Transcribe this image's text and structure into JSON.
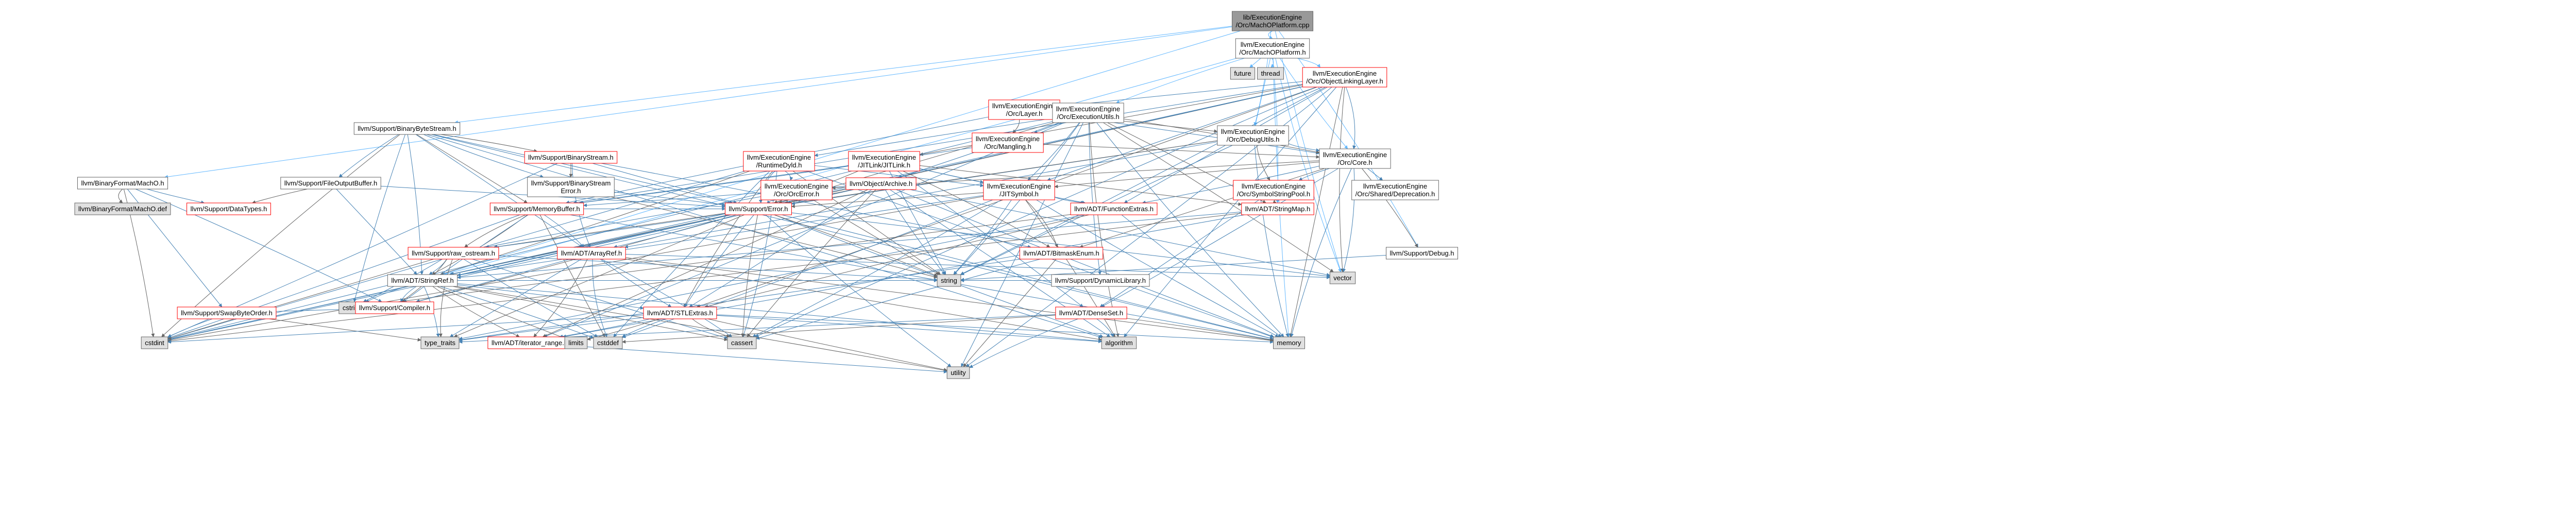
{
  "colors": {
    "normal_border": "#666666",
    "red_border": "#ff0000",
    "fill_white": "#ffffff",
    "fill_gray": "#e0e0e0",
    "fill_root": "#999999",
    "edge_blue": "#63b8ff",
    "edge_main": "#4682b4",
    "edge_gray": "#666666"
  },
  "nodes": [
    {
      "id": "root",
      "lines": [
        "lib/ExecutionEngine",
        "/Orc/MachOPlatform.cpp"
      ],
      "style": "root"
    },
    {
      "id": "machoplat",
      "lines": [
        "llvm/ExecutionEngine",
        "/Orc/MachOPlatform.h"
      ],
      "style": "normal"
    },
    {
      "id": "future",
      "lines": [
        "future"
      ],
      "style": "gray"
    },
    {
      "id": "thread",
      "lines": [
        "thread"
      ],
      "style": "gray"
    },
    {
      "id": "objlinklayer",
      "lines": [
        "llvm/ExecutionEngine",
        "/Orc/ObjectLinkingLayer.h"
      ],
      "style": "red"
    },
    {
      "id": "orclayer",
      "lines": [
        "llvm/ExecutionEngine",
        "/Orc/Layer.h"
      ],
      "style": "red"
    },
    {
      "id": "executionutils",
      "lines": [
        "llvm/ExecutionEngine",
        "/Orc/ExecutionUtils.h"
      ],
      "style": "normal"
    },
    {
      "id": "binarybytestream",
      "lines": [
        "llvm/Support/BinaryByteStream.h"
      ],
      "style": "normal"
    },
    {
      "id": "mangling",
      "lines": [
        "llvm/ExecutionEngine",
        "/Orc/Mangling.h"
      ],
      "style": "red"
    },
    {
      "id": "debugutils",
      "lines": [
        "llvm/ExecutionEngine",
        "/Orc/DebugUtils.h"
      ],
      "style": "normal"
    },
    {
      "id": "orccore",
      "lines": [
        "llvm/ExecutionEngine",
        "/Orc/Core.h"
      ],
      "style": "normal"
    },
    {
      "id": "runtimedyld",
      "lines": [
        "llvm/ExecutionEngine",
        "/RuntimeDyld.h"
      ],
      "style": "red"
    },
    {
      "id": "jitlink",
      "lines": [
        "llvm/ExecutionEngine",
        "/JITLink/JITLink.h"
      ],
      "style": "red"
    },
    {
      "id": "binarystream",
      "lines": [
        "llvm/Support/BinaryStream.h"
      ],
      "style": "red"
    },
    {
      "id": "binaryformatmacho",
      "lines": [
        "llvm/BinaryFormat/MachO.h"
      ],
      "style": "normal"
    },
    {
      "id": "fileoutputbuffer",
      "lines": [
        "llvm/Support/FileOutputBuffer.h"
      ],
      "style": "normal"
    },
    {
      "id": "binarystreamerror",
      "lines": [
        "llvm/Support/BinaryStream",
        "Error.h"
      ],
      "style": "normal"
    },
    {
      "id": "orcerror",
      "lines": [
        "llvm/ExecutionEngine",
        "/Orc/OrcError.h"
      ],
      "style": "red"
    },
    {
      "id": "objectarchive",
      "lines": [
        "llvm/Object/Archive.h"
      ],
      "style": "red"
    },
    {
      "id": "jitsymbol",
      "lines": [
        "llvm/ExecutionEngine",
        "/JITSymbol.h"
      ],
      "style": "red"
    },
    {
      "id": "symbolstringpool",
      "lines": [
        "llvm/ExecutionEngine",
        "/Orc/SymbolStringPool.h"
      ],
      "style": "red"
    },
    {
      "id": "orcshared_dep",
      "lines": [
        "llvm/ExecutionEngine",
        "/Orc/Shared/Deprecation.h"
      ],
      "style": "normal"
    },
    {
      "id": "machodef",
      "lines": [
        "llvm/BinaryFormat/MachO.def"
      ],
      "style": "gray"
    },
    {
      "id": "datatypes",
      "lines": [
        "llvm/Support/DataTypes.h"
      ],
      "style": "red"
    },
    {
      "id": "memorybuffer",
      "lines": [
        "llvm/Support/MemoryBuffer.h"
      ],
      "style": "red"
    },
    {
      "id": "supporterror",
      "lines": [
        "llvm/Support/Error.h"
      ],
      "style": "red"
    },
    {
      "id": "functionextras",
      "lines": [
        "llvm/ADT/FunctionExtras.h"
      ],
      "style": "red"
    },
    {
      "id": "stringmap",
      "lines": [
        "llvm/ADT/StringMap.h"
      ],
      "style": "red"
    },
    {
      "id": "supportdebug",
      "lines": [
        "llvm/Support/Debug.h"
      ],
      "style": "normal"
    },
    {
      "id": "rawostream",
      "lines": [
        "llvm/Support/raw_ostream.h"
      ],
      "style": "red"
    },
    {
      "id": "arrayref",
      "lines": [
        "llvm/ADT/ArrayRef.h"
      ],
      "style": "red"
    },
    {
      "id": "bitmaskenum",
      "lines": [
        "llvm/ADT/BitmaskEnum.h"
      ],
      "style": "red"
    },
    {
      "id": "vector",
      "lines": [
        "vector"
      ],
      "style": "gray"
    },
    {
      "id": "stringref",
      "lines": [
        "llvm/ADT/StringRef.h"
      ],
      "style": "normal"
    },
    {
      "id": "string",
      "lines": [
        "string"
      ],
      "style": "gray"
    },
    {
      "id": "dynamiclibrary",
      "lines": [
        "llvm/Support/DynamicLibrary.h"
      ],
      "style": "normal"
    },
    {
      "id": "cstring",
      "lines": [
        "cstring"
      ],
      "style": "gray"
    },
    {
      "id": "compiler",
      "lines": [
        "llvm/Support/Compiler.h"
      ],
      "style": "red"
    },
    {
      "id": "swapbyteorder",
      "lines": [
        "llvm/Support/SwapByteOrder.h"
      ],
      "style": "red"
    },
    {
      "id": "stlextras",
      "lines": [
        "llvm/ADT/STLExtras.h"
      ],
      "style": "red"
    },
    {
      "id": "densemap",
      "lines": [
        "llvm/ADT/DenseSet.h"
      ],
      "style": "red"
    },
    {
      "id": "cstdint",
      "lines": [
        "cstdint"
      ],
      "style": "gray"
    },
    {
      "id": "typetraits",
      "lines": [
        "type_traits"
      ],
      "style": "gray"
    },
    {
      "id": "iteratorrange",
      "lines": [
        "llvm/ADT/iterator_range.h"
      ],
      "style": "red"
    },
    {
      "id": "limits",
      "lines": [
        "limits"
      ],
      "style": "gray"
    },
    {
      "id": "cstddef",
      "lines": [
        "cstddef"
      ],
      "style": "gray"
    },
    {
      "id": "cassert",
      "lines": [
        "cassert"
      ],
      "style": "gray"
    },
    {
      "id": "algorithm",
      "lines": [
        "algorithm"
      ],
      "style": "gray"
    },
    {
      "id": "memory",
      "lines": [
        "memory"
      ],
      "style": "gray"
    },
    {
      "id": "utility",
      "lines": [
        "utility"
      ],
      "style": "gray"
    }
  ],
  "edges": [
    [
      "root",
      "machoplat"
    ],
    [
      "root",
      "binaryformatmacho"
    ],
    [
      "root",
      "binarybytestream"
    ],
    [
      "root",
      "debugutils"
    ],
    [
      "root",
      "supportdebug"
    ],
    [
      "root",
      "stringref"
    ],
    [
      "root",
      "vector"
    ],
    [
      "machoplat",
      "future"
    ],
    [
      "machoplat",
      "thread"
    ],
    [
      "machoplat",
      "objlinklayer"
    ],
    [
      "machoplat",
      "executionutils"
    ],
    [
      "machoplat",
      "orccore"
    ],
    [
      "machoplat",
      "debugutils"
    ],
    [
      "machoplat",
      "stringmap"
    ],
    [
      "machoplat",
      "stringref"
    ],
    [
      "machoplat",
      "vector"
    ],
    [
      "machoplat",
      "memory"
    ],
    [
      "objlinklayer",
      "orclayer"
    ],
    [
      "objlinklayer",
      "jitlink"
    ],
    [
      "objlinklayer",
      "orccore"
    ],
    [
      "objlinklayer",
      "memorybuffer"
    ],
    [
      "objlinklayer",
      "supporterror"
    ],
    [
      "objlinklayer",
      "functionextras"
    ],
    [
      "objlinklayer",
      "stringref"
    ],
    [
      "objlinklayer",
      "stlextras"
    ],
    [
      "objlinklayer",
      "cassert"
    ],
    [
      "objlinklayer",
      "algorithm"
    ],
    [
      "objlinklayer",
      "memory"
    ],
    [
      "objlinklayer",
      "string"
    ],
    [
      "objlinklayer",
      "utility"
    ],
    [
      "objlinklayer",
      "vector"
    ],
    [
      "objlinklayer",
      "cstdint"
    ],
    [
      "objlinklayer",
      "jitsymbol"
    ],
    [
      "orclayer",
      "mangling"
    ],
    [
      "orclayer",
      "orccore"
    ],
    [
      "orclayer",
      "memorybuffer"
    ],
    [
      "orclayer",
      "debugutils"
    ],
    [
      "executionutils",
      "mangling"
    ],
    [
      "executionutils",
      "objectarchive"
    ],
    [
      "executionutils",
      "orccore"
    ],
    [
      "executionutils",
      "runtimedyld"
    ],
    [
      "executionutils",
      "dynamiclibrary"
    ],
    [
      "executionutils",
      "stringmap"
    ],
    [
      "executionutils",
      "jitsymbol"
    ],
    [
      "executionutils",
      "iteratorrange"
    ],
    [
      "executionutils",
      "algorithm"
    ],
    [
      "executionutils",
      "cstdint"
    ],
    [
      "executionutils",
      "utility"
    ],
    [
      "executionutils",
      "vector"
    ],
    [
      "executionutils",
      "string"
    ],
    [
      "executionutils",
      "memory"
    ],
    [
      "executionutils",
      "supporterror"
    ],
    [
      "binarybytestream",
      "arrayref"
    ],
    [
      "binarybytestream",
      "stringref"
    ],
    [
      "binarybytestream",
      "binarystream"
    ],
    [
      "binarybytestream",
      "binarystreamerror"
    ],
    [
      "binarybytestream",
      "fileoutputbuffer"
    ],
    [
      "binarybytestream",
      "memorybuffer"
    ],
    [
      "binarybytestream",
      "supporterror"
    ],
    [
      "binarybytestream",
      "algorithm"
    ],
    [
      "binarybytestream",
      "cstdint"
    ],
    [
      "binarybytestream",
      "cstring"
    ],
    [
      "binarybytestream",
      "memory"
    ],
    [
      "mangling",
      "orccore"
    ],
    [
      "mangling",
      "memorybuffer"
    ],
    [
      "debugutils",
      "orccore"
    ],
    [
      "debugutils",
      "symbolstringpool"
    ],
    [
      "debugutils",
      "arrayref"
    ],
    [
      "debugutils",
      "supporterror"
    ],
    [
      "debugutils",
      "rawostream"
    ],
    [
      "debugutils",
      "memory"
    ],
    [
      "debugutils",
      "string"
    ],
    [
      "orccore",
      "bitmaskenum"
    ],
    [
      "orccore",
      "densemap"
    ],
    [
      "orccore",
      "functionextras"
    ],
    [
      "orccore",
      "jitsymbol"
    ],
    [
      "orccore",
      "symbolstringpool"
    ],
    [
      "orccore",
      "orcshared_dep"
    ],
    [
      "orccore",
      "supportdebug"
    ],
    [
      "orccore",
      "vector"
    ],
    [
      "orccore",
      "memory"
    ],
    [
      "orccore",
      "orcerror"
    ],
    [
      "runtimedyld",
      "jitsymbol"
    ],
    [
      "runtimedyld",
      "orcerror"
    ],
    [
      "runtimedyld",
      "stringref"
    ],
    [
      "runtimedyld",
      "supporterror"
    ],
    [
      "runtimedyld",
      "memory"
    ],
    [
      "runtimedyld",
      "string"
    ],
    [
      "runtimedyld",
      "cstdint"
    ],
    [
      "runtimedyld",
      "cassert"
    ],
    [
      "runtimedyld",
      "stlextras"
    ],
    [
      "runtimedyld",
      "cstddef"
    ],
    [
      "jitlink",
      "jitsymbol"
    ],
    [
      "jitlink",
      "supporterror"
    ],
    [
      "jitlink",
      "memorybuffer"
    ],
    [
      "jitlink",
      "functionextras"
    ],
    [
      "jitlink",
      "stringmap"
    ],
    [
      "jitlink",
      "string"
    ],
    [
      "jitlink",
      "densemap"
    ],
    [
      "jitlink",
      "bitmaskenum"
    ],
    [
      "binarystream",
      "arrayref"
    ],
    [
      "binarystream",
      "supporterror"
    ],
    [
      "binarystream",
      "binarystreamerror"
    ],
    [
      "binarystream",
      "cstdint"
    ],
    [
      "binarystream",
      "bitmaskenum"
    ],
    [
      "binaryformatmacho",
      "machodef"
    ],
    [
      "binaryformatmacho",
      "datatypes"
    ],
    [
      "binaryformatmacho",
      "swapbyteorder"
    ],
    [
      "binaryformatmacho",
      "cstdint"
    ],
    [
      "binaryformatmacho",
      "compiler"
    ],
    [
      "fileoutputbuffer",
      "supporterror"
    ],
    [
      "fileoutputbuffer",
      "datatypes"
    ],
    [
      "fileoutputbuffer",
      "stringref"
    ],
    [
      "binarystreamerror",
      "supporterror"
    ],
    [
      "binarystreamerror",
      "string"
    ],
    [
      "orcerror",
      "supporterror"
    ],
    [
      "orcerror",
      "rawostream"
    ],
    [
      "orcerror",
      "string"
    ],
    [
      "objectarchive",
      "supporterror"
    ],
    [
      "objectarchive",
      "memorybuffer"
    ],
    [
      "objectarchive",
      "stringref"
    ],
    [
      "objectarchive",
      "string"
    ],
    [
      "objectarchive",
      "vector"
    ],
    [
      "objectarchive",
      "iteratorrange"
    ],
    [
      "objectarchive",
      "cstdint"
    ],
    [
      "objectarchive",
      "memory"
    ],
    [
      "objectarchive",
      "cassert"
    ],
    [
      "objectarchive",
      "algorithm"
    ],
    [
      "objectarchive",
      "stlextras"
    ],
    [
      "jitsymbol",
      "bitmaskenum"
    ],
    [
      "jitsymbol",
      "functionextras"
    ],
    [
      "jitsymbol",
      "stringref"
    ],
    [
      "jitsymbol",
      "supporterror"
    ],
    [
      "jitsymbol",
      "string"
    ],
    [
      "jitsymbol",
      "cstddef"
    ],
    [
      "jitsymbol",
      "cstdint"
    ],
    [
      "jitsymbol",
      "map"
    ],
    [
      "jitsymbol",
      "set"
    ],
    [
      "jitsymbol",
      "algorithm"
    ],
    [
      "jitsymbol",
      "cassert"
    ],
    [
      "jitsymbol",
      "memory"
    ],
    [
      "symbolstringpool",
      "stringmap"
    ],
    [
      "symbolstringpool",
      "densemap"
    ],
    [
      "memorybuffer",
      "arrayref"
    ],
    [
      "memorybuffer",
      "stringref"
    ],
    [
      "memorybuffer",
      "supporterror"
    ],
    [
      "memorybuffer",
      "compiler"
    ],
    [
      "memorybuffer",
      "cstddef"
    ],
    [
      "memorybuffer",
      "cstdint"
    ],
    [
      "memorybuffer",
      "memory"
    ],
    [
      "memorybuffer",
      "rawostream"
    ],
    [
      "supporterror",
      "stlextras"
    ],
    [
      "supporterror",
      "stringref"
    ],
    [
      "supporterror",
      "compiler"
    ],
    [
      "supporterror",
      "rawostream"
    ],
    [
      "supporterror",
      "algorithm"
    ],
    [
      "supporterror",
      "cassert"
    ],
    [
      "supporterror",
      "cstdint"
    ],
    [
      "supporterror",
      "memory"
    ],
    [
      "supporterror",
      "string"
    ],
    [
      "supporterror",
      "utility"
    ],
    [
      "supporterror",
      "vector"
    ],
    [
      "supporterror",
      "typetraits"
    ],
    [
      "supporterror",
      "cstdlib_unused"
    ],
    [
      "supporterror",
      "arrayref"
    ],
    [
      "functionextras",
      "stlextras"
    ],
    [
      "functionextras",
      "memory"
    ],
    [
      "functionextras",
      "typetraits"
    ],
    [
      "functionextras",
      "cstring"
    ],
    [
      "stringmap",
      "stringref"
    ],
    [
      "stringmap",
      "iteratorrange"
    ],
    [
      "stringmap",
      "cstdint"
    ],
    [
      "supportdebug",
      "string"
    ],
    [
      "rawostream",
      "stringref"
    ],
    [
      "rawostream",
      "compiler"
    ],
    [
      "rawostream",
      "cassert"
    ],
    [
      "rawostream",
      "cstddef"
    ],
    [
      "rawostream",
      "cstdint"
    ],
    [
      "rawostream",
      "cstring"
    ],
    [
      "rawostream",
      "string"
    ],
    [
      "rawostream",
      "typetraits"
    ],
    [
      "arrayref",
      "stlextras"
    ],
    [
      "arrayref",
      "compiler"
    ],
    [
      "arrayref",
      "algorithm"
    ],
    [
      "arrayref",
      "cassert"
    ],
    [
      "arrayref",
      "cstddef"
    ],
    [
      "arrayref",
      "memory"
    ],
    [
      "arrayref",
      "typetraits"
    ],
    [
      "arrayref",
      "vector"
    ],
    [
      "arrayref",
      "iteratorrange"
    ],
    [
      "bitmaskenum",
      "cassert"
    ],
    [
      "bitmaskenum",
      "typetraits"
    ],
    [
      "bitmaskenum",
      "utility"
    ],
    [
      "bitmaskenum",
      "raw"
    ],
    [
      "stringref",
      "stlextras"
    ],
    [
      "stringref",
      "iteratorrange"
    ],
    [
      "stringref",
      "compiler"
    ],
    [
      "stringref",
      "algorithm"
    ],
    [
      "stringref",
      "cassert"
    ],
    [
      "stringref",
      "cstddef"
    ],
    [
      "stringref",
      "cstring"
    ],
    [
      "stringref",
      "limits"
    ],
    [
      "stringref",
      "string"
    ],
    [
      "stringref",
      "typetraits"
    ],
    [
      "stringref",
      "utility"
    ],
    [
      "dynamiclibrary",
      "string"
    ],
    [
      "swapbyteorder",
      "cstdint"
    ],
    [
      "swapbyteorder",
      "typetraits"
    ],
    [
      "swapbyteorder",
      "compiler"
    ],
    [
      "stlextras",
      "iteratorrange"
    ],
    [
      "stlextras",
      "cassert"
    ],
    [
      "stlextras",
      "cstddef"
    ],
    [
      "stlextras",
      "cstdint"
    ],
    [
      "stlextras",
      "limits"
    ],
    [
      "stlextras",
      "memory"
    ],
    [
      "stlextras",
      "typetraits"
    ],
    [
      "stlextras",
      "utility"
    ],
    [
      "stlextras",
      "algorithm"
    ],
    [
      "densemap",
      "algorithm"
    ],
    [
      "densemap",
      "memory"
    ],
    [
      "densemap",
      "utility"
    ],
    [
      "densemap",
      "typetraits"
    ],
    [
      "densemap",
      "cstddef"
    ],
    [
      "iteratorrange",
      "utility"
    ],
    [
      "compiler",
      "cstddef_unused"
    ]
  ]
}
